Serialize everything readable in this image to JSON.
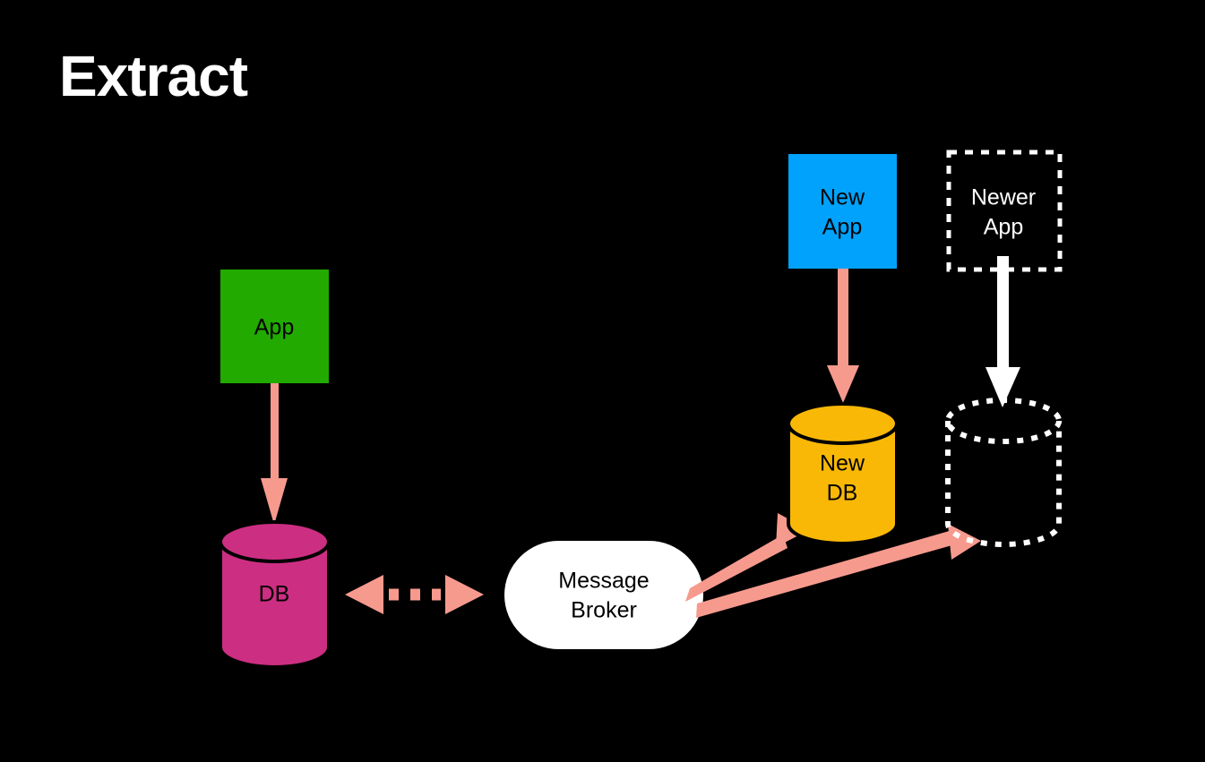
{
  "slide": {
    "title": "Extract",
    "background_color": "#000000"
  },
  "palette": {
    "app_green": "#22AA00",
    "db_pink": "#CC2E82",
    "new_app_blue": "#00A2FB",
    "new_db_yellow": "#F8B805",
    "broker_white": "#FFFFFF",
    "arrow_salmon": "#F79A8E",
    "outline_black": "#000000",
    "ghost_white": "#FFFFFF",
    "text_dark": "#000000",
    "text_light": "#FFFFFF"
  },
  "nodes": [
    {
      "id": "app",
      "label": "App",
      "lines": [
        "App"
      ],
      "shape": "rectangle",
      "fill": "#22AA00",
      "text_color": "#000000",
      "style": "solid"
    },
    {
      "id": "db",
      "label": "DB",
      "lines": [
        "DB"
      ],
      "shape": "cylinder",
      "fill": "#CC2E82",
      "text_color": "#000000",
      "style": "solid"
    },
    {
      "id": "message-broker",
      "label": "Message Broker",
      "lines": [
        "Message",
        "Broker"
      ],
      "shape": "pill",
      "fill": "#FFFFFF",
      "text_color": "#000000",
      "style": "solid"
    },
    {
      "id": "new-app",
      "label": "New App",
      "lines": [
        "New",
        "App"
      ],
      "shape": "rectangle",
      "fill": "#00A2FB",
      "text_color": "#000000",
      "style": "solid"
    },
    {
      "id": "new-db",
      "label": "New DB",
      "lines": [
        "New",
        "DB"
      ],
      "shape": "cylinder",
      "fill": "#F8B805",
      "text_color": "#000000",
      "style": "solid"
    },
    {
      "id": "newer-app",
      "label": "Newer App",
      "lines": [
        "Newer",
        "App"
      ],
      "shape": "rectangle",
      "fill": "none",
      "text_color": "#FFFFFF",
      "style": "dashed"
    },
    {
      "id": "newer-db",
      "label": "",
      "lines": [],
      "shape": "cylinder",
      "fill": "none",
      "text_color": "#FFFFFF",
      "style": "dotted"
    }
  ],
  "edges": [
    {
      "id": "app-to-db",
      "from": "app",
      "to": "db",
      "direction": "one-way",
      "color": "#F79A8E",
      "style": "solid"
    },
    {
      "id": "db-to-message-broker",
      "from": "db",
      "to": "message-broker",
      "direction": "two-way",
      "color": "#F79A8E",
      "style": "dotted"
    },
    {
      "id": "message-broker-to-new-db",
      "from": "message-broker",
      "to": "new-db",
      "direction": "one-way",
      "color": "#F79A8E",
      "style": "solid"
    },
    {
      "id": "message-broker-to-newer-db",
      "from": "message-broker",
      "to": "newer-db",
      "direction": "one-way",
      "color": "#F79A8E",
      "style": "solid"
    },
    {
      "id": "new-app-to-new-db",
      "from": "new-app",
      "to": "new-db",
      "direction": "one-way",
      "color": "#F79A8E",
      "style": "solid"
    },
    {
      "id": "newer-app-to-newer-db",
      "from": "newer-app",
      "to": "newer-db",
      "direction": "one-way",
      "color": "#FFFFFF",
      "style": "solid"
    }
  ]
}
